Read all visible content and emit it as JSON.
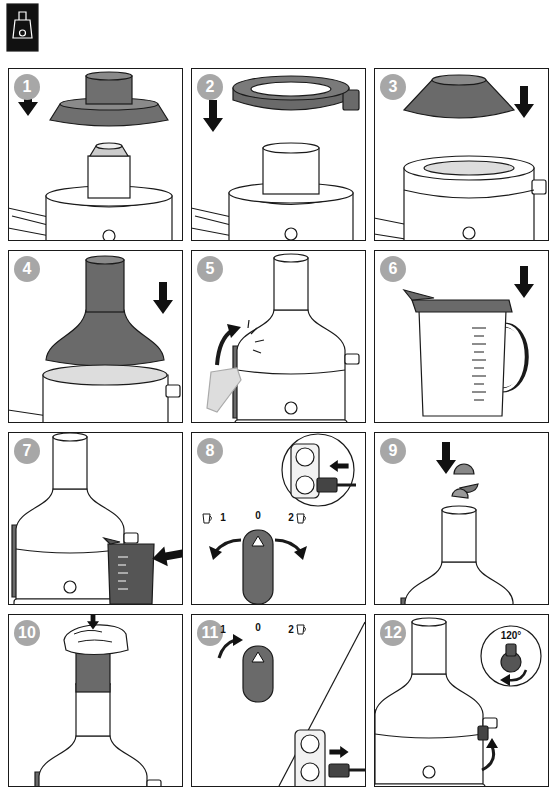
{
  "diagram": {
    "nodes": [
      {
        "text": [
          "1"
        ]
      },
      {
        "text": [
          "2"
        ]
      },
      {
        "text": [
          "3"
        ]
      },
      {
        "text": [
          "4"
        ]
      },
      {
        "text": [
          "5"
        ]
      },
      {
        "text": [
          "6"
        ]
      },
      {
        "text": [
          "7"
        ]
      },
      {
        "text": [
          "8"
        ]
      },
      {
        "text": [
          "9"
        ]
      },
      {
        "text": [
          "10"
        ]
      },
      {
        "text": [
          "11"
        ]
      },
      {
        "text": [
          "12"
        ]
      }
    ],
    "labels": [
      "1",
      "0",
      "2",
      "1",
      "0",
      "2",
      "120°"
    ]
  }
}
